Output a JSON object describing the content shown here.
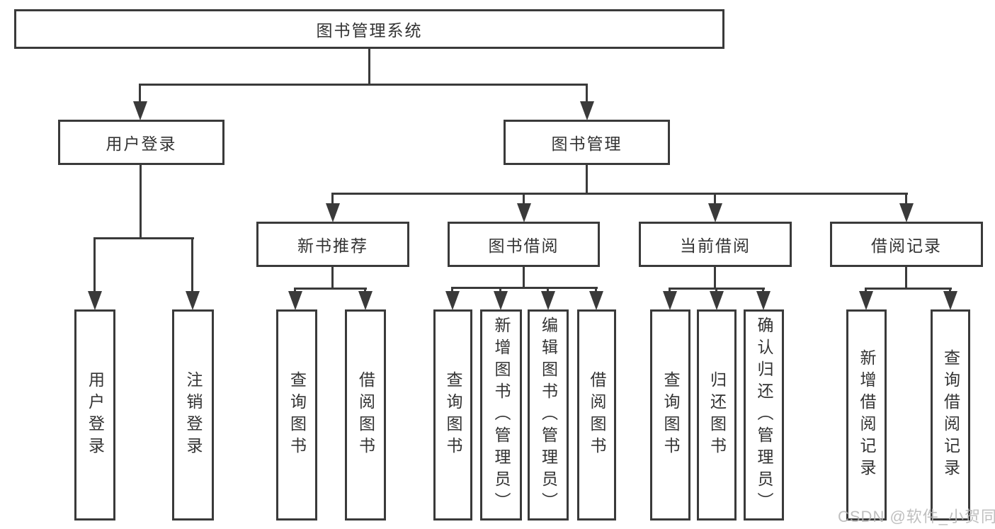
{
  "diagram": {
    "root": {
      "label": "图书管理系统"
    },
    "level2": [
      {
        "id": "user-login",
        "label": "用户登录"
      },
      {
        "id": "book-management",
        "label": "图书管理"
      }
    ],
    "level3": [
      {
        "id": "new-book-recommend",
        "label": "新书推荐",
        "parent": "图书管理"
      },
      {
        "id": "book-borrow",
        "label": "图书借阅",
        "parent": "图书管理"
      },
      {
        "id": "current-borrow",
        "label": "当前借阅",
        "parent": "图书管理"
      },
      {
        "id": "borrow-records",
        "label": "借阅记录",
        "parent": "图书管理"
      }
    ],
    "leaves": [
      {
        "label": "用户登录",
        "parent": "用户登录"
      },
      {
        "label": "注销登录",
        "parent": "用户登录"
      },
      {
        "label": "查询图书",
        "parent": "新书推荐"
      },
      {
        "label": "借阅图书",
        "parent": "新书推荐"
      },
      {
        "label": "查询图书",
        "parent": "图书借阅"
      },
      {
        "label": "新增图书（管理员）",
        "parent": "图书借阅"
      },
      {
        "label": "编辑图书（管理员）",
        "parent": "图书借阅"
      },
      {
        "label": "借阅图书",
        "parent": "图书借阅"
      },
      {
        "label": "查询图书",
        "parent": "当前借阅"
      },
      {
        "label": "归还图书",
        "parent": "当前借阅"
      },
      {
        "label": "确认归还（管理员）",
        "parent": "当前借阅"
      },
      {
        "label": "新增借阅记录",
        "parent": "借阅记录"
      },
      {
        "label": "查询借阅记录",
        "parent": "借阅记录"
      }
    ]
  },
  "watermark": {
    "text": "CSDN @软件_小贺同学"
  },
  "colors": {
    "line": "#3a3a3a",
    "text": "#333333",
    "watermark": "#b5b5b5",
    "background": "#ffffff",
    "box_fill": "#ffffff"
  }
}
